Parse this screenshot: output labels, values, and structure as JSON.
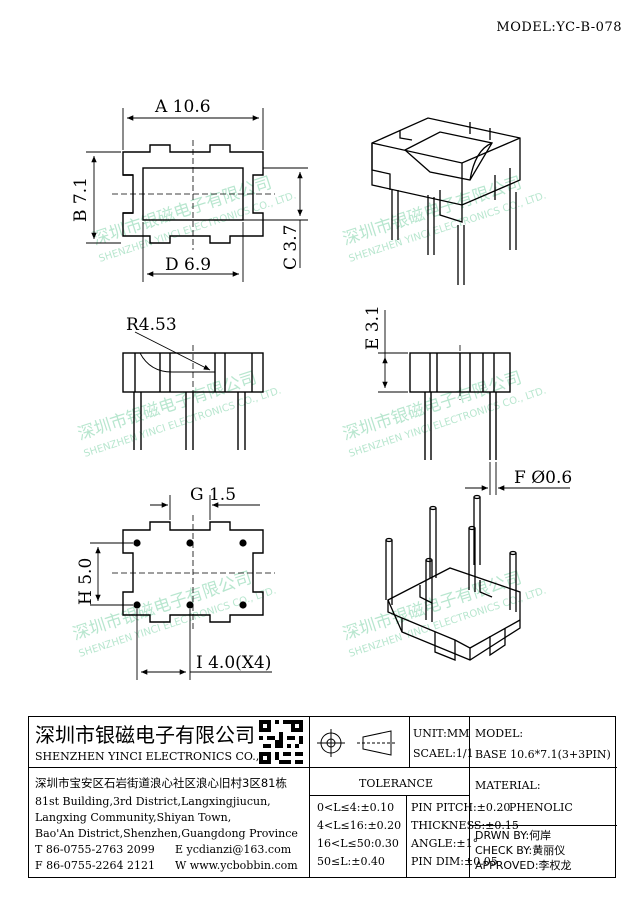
{
  "model_label": "MODEL:YC-B-078",
  "dimensions": {
    "A": "A 10.6",
    "B": "B 7.1",
    "C": "C 3.7",
    "D": "D 6.9",
    "R": "R4.53",
    "E": "E 3.1",
    "F": "F Ø0.6",
    "G": "G 1.5",
    "H": "H 5.0",
    "I": "I 4.0(X4)"
  },
  "watermark": {
    "cn": "深圳市银磁电子有限公司",
    "en": "SHENZHEN YINCI ELECTRONICS CO., LTD."
  },
  "title_block": {
    "company_cn": "深圳市银磁电子有限公司",
    "company_en": "SHENZHEN YINCI ELECTRONICS CO.,LTD.",
    "address_cn": "深圳市宝安区石岩街道浪心社区浪心旧村3区81栋",
    "address_en": [
      "81st Building,3rd District,Langxingjiucun,",
      "Langxing Community,Shiyan Town,",
      "Bao'An District,Shenzhen,Guangdong Province"
    ],
    "tel": "T 86-0755-2763 2099",
    "fax": "F 86-0755-2264 2121",
    "email": "E ycdianzi@163.com",
    "web": "W www.ycbobbin.com",
    "unit": "UNIT:MM",
    "scale": "SCAEL:1/1",
    "model_label": "MODEL:",
    "model_value": "BASE 10.6*7.1(3+3PIN)",
    "tolerance_title": "TOLERANCE",
    "tolerance_rows": [
      "0<L≤4:±0.10",
      "4<L≤16:±0.20",
      "16<L≤50:0.30",
      "50≤L:±0.40"
    ],
    "pin_rows": [
      "PIN PITCH:±0.20",
      "THICKNESS:±0.15",
      "ANGLE:±1°",
      "PIN DIM:±0.05"
    ],
    "material_label": "MATERIAL:",
    "material_value": "PHENOLIC",
    "drawn": "DRWN BY:何岸",
    "check": "CHECK BY:黄丽仪",
    "approved": "APPROVED:李权龙"
  }
}
